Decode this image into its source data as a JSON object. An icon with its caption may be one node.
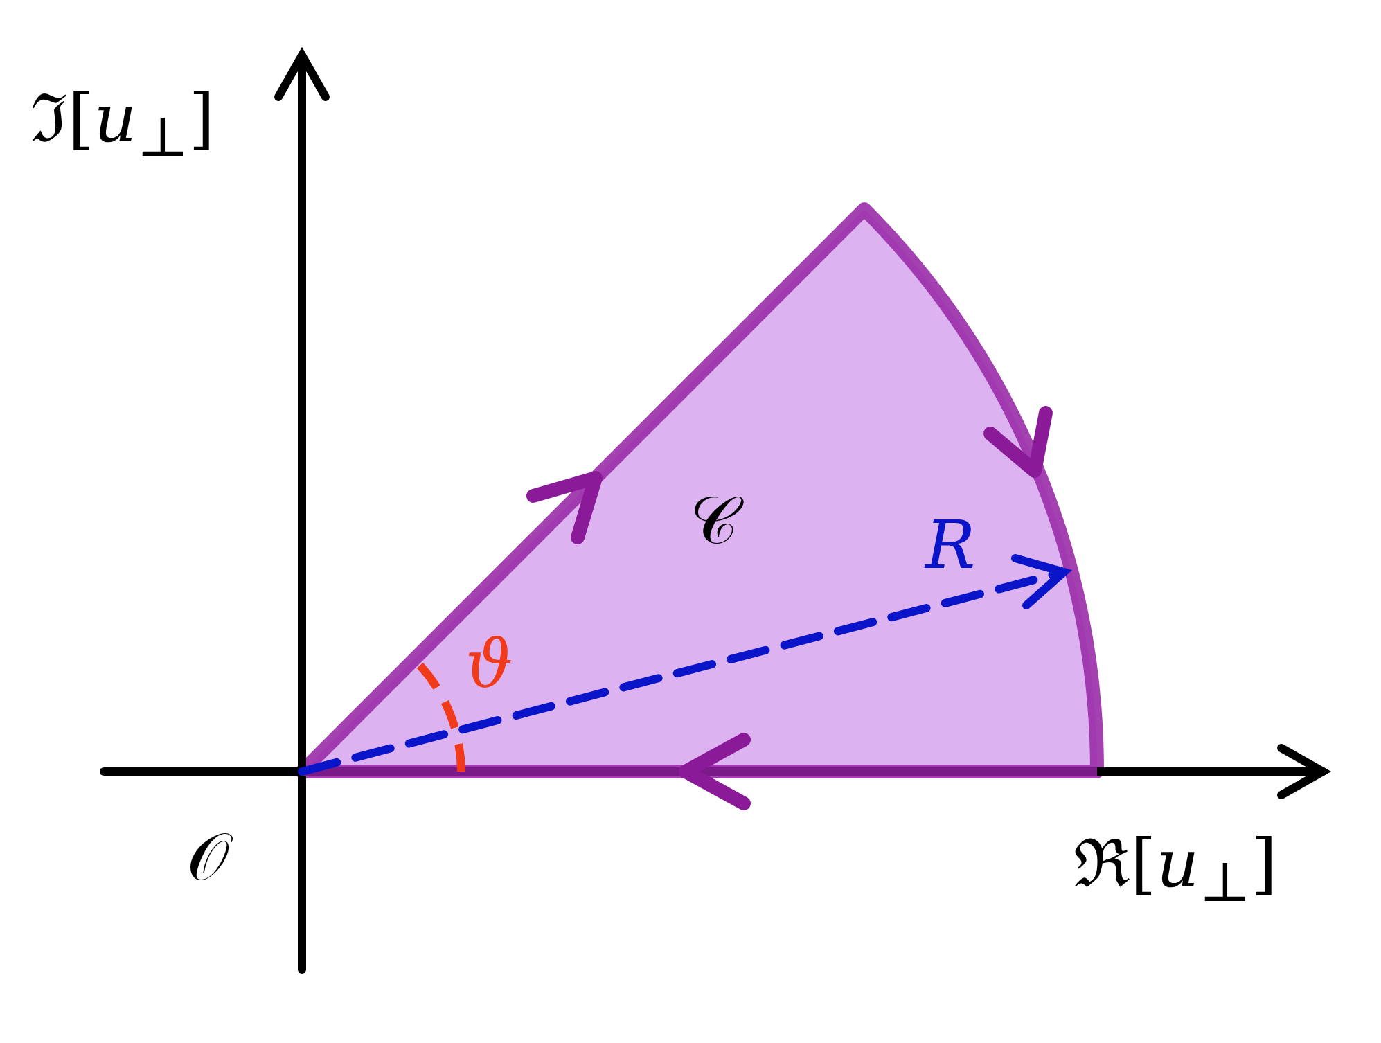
{
  "diagram": {
    "labels": [
      "ℑ[*u*$_{⊥}$]",
      "𝒞",
      "*R*",
      "*ϑ*",
      "𝒪",
      "ℜ[*u*$_{⊥}$]"
    ]
  }
}
